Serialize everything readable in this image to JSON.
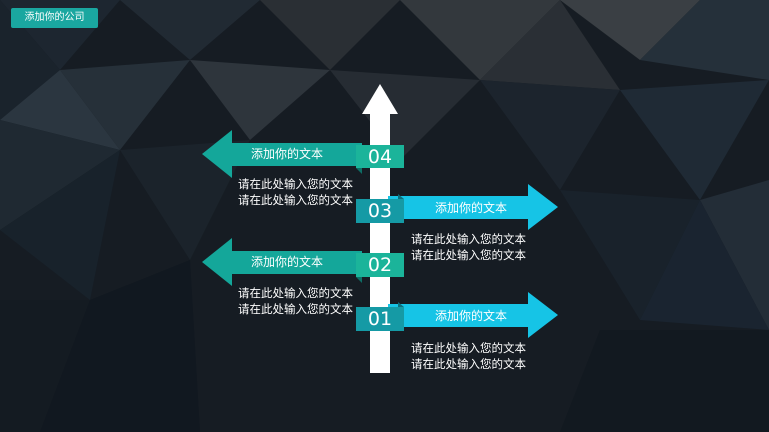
{
  "header": {
    "company_label": "添加你的公司"
  },
  "timeline": {
    "steps": [
      {
        "number": "04",
        "title": "添加你的文本",
        "desc_line1": "请在此处输入您的文本",
        "desc_line2": "请在此处输入您的文本",
        "side": "left",
        "color": "#14a79a"
      },
      {
        "number": "03",
        "title": "添加你的文本",
        "desc_line1": "请在此处输入您的文本",
        "desc_line2": "请在此处输入您的文本",
        "side": "right",
        "color": "#16c4e6"
      },
      {
        "number": "02",
        "title": "添加你的文本",
        "desc_line1": "请在此处输入您的文本",
        "desc_line2": "请在此处输入您的文本",
        "side": "left",
        "color": "#14a79a"
      },
      {
        "number": "01",
        "title": "添加你的文本",
        "desc_line1": "请在此处输入您的文本",
        "desc_line2": "请在此处输入您的文本",
        "side": "right",
        "color": "#16c4e6"
      }
    ]
  },
  "colors": {
    "teal": "#14a79a",
    "cyan": "#16c4e6",
    "arrow_shaft": "#ffffff"
  }
}
